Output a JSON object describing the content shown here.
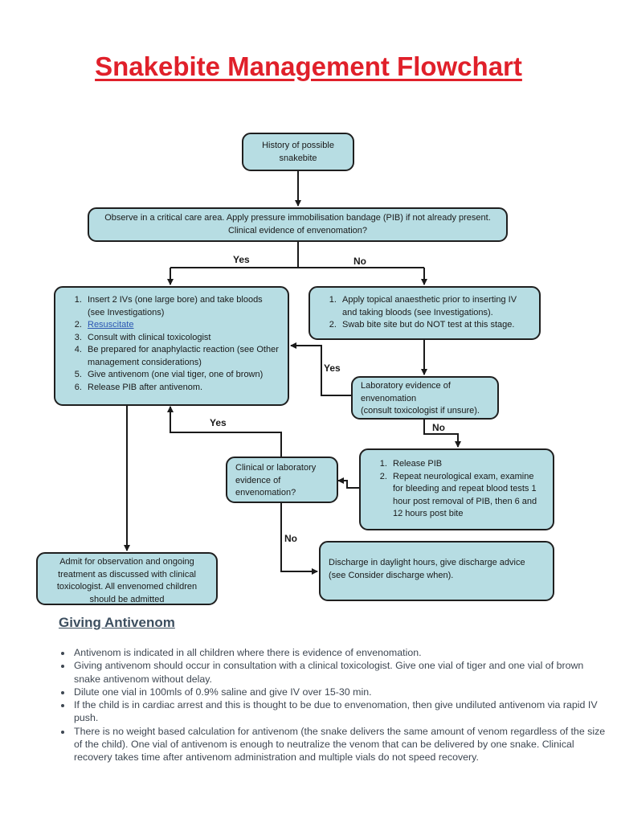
{
  "title": "Snakebite Management Flowchart",
  "colors": {
    "title": "#e0202a",
    "heading": "#3d4f60",
    "box_fill": "#b7dde3",
    "box_border": "#1f1f1f",
    "link": "#2b57b3"
  },
  "flowchart": {
    "start": {
      "lines": [
        "History of possible",
        "snakebite"
      ]
    },
    "observe": {
      "lines": [
        "Observe in a critical care area.  Apply pressure immobilisation bandage (PIB) if not already present.",
        "Clinical evidence of envenomation?"
      ]
    },
    "labels": {
      "yes_1": "Yes",
      "no_1": "No",
      "yes_2": "Yes",
      "no_2": "No",
      "yes_3": "Yes",
      "no_3": "No"
    },
    "treatment": {
      "items": [
        "Insert 2 IVs (one large bore) and take bloods (see Investigations)",
        "Resuscitate",
        "Consult with clinical toxicologist",
        "Be prepared for anaphylactic reaction (see Other management considerations)",
        "Give antivenom (one vial tiger, one of brown)",
        "Release PIB after antivenom."
      ]
    },
    "topical": {
      "items": [
        "Apply topical anaesthetic prior to inserting IV and taking bloods (see Investigations).",
        "Swab bite site but do NOT test at this stage."
      ]
    },
    "lab_evidence": {
      "lines": [
        "Laboratory evidence of",
        "envenomation",
        "(consult toxicologist if unsure)."
      ]
    },
    "release": {
      "items": [
        "Release PIB",
        "Repeat neurological exam, examine for bleeding and repeat blood tests 1 hour post removal of PIB, then 6 and 12 hours post bite"
      ]
    },
    "clinical_lab": {
      "lines": [
        "Clinical or laboratory",
        "evidence of",
        "envenomation?"
      ]
    },
    "admit": {
      "lines": [
        "Admit for observation and ongoing",
        "treatment as discussed with clinical",
        "toxicologist.  All envenomed children",
        "should be admitted"
      ]
    },
    "discharge": {
      "lines": [
        "Discharge in daylight hours, give discharge advice",
        "(see Consider discharge when)."
      ]
    }
  },
  "section": {
    "heading": "Giving Antivenom",
    "bullets": [
      "Antivenom is indicated in all children where there is evidence of envenomation.",
      "Giving antivenom should occur in consultation with a clinical toxicologist. Give one vial of tiger and one vial of brown snake antivenom without delay.",
      "Dilute one vial in 100mls of 0.9% saline and give IV over 15-30 min.",
      "If the child is in cardiac arrest and this is thought to be due to envenomation, then give undiluted antivenom via rapid IV push.",
      "There is no weight based calculation for antivenom (the snake delivers the same amount of venom regardless of the size of the child). One vial of antivenom is enough to neutralize the venom that can be delivered by one snake. Clinical recovery takes time after antivenom administration and multiple vials do not speed recovery."
    ]
  }
}
